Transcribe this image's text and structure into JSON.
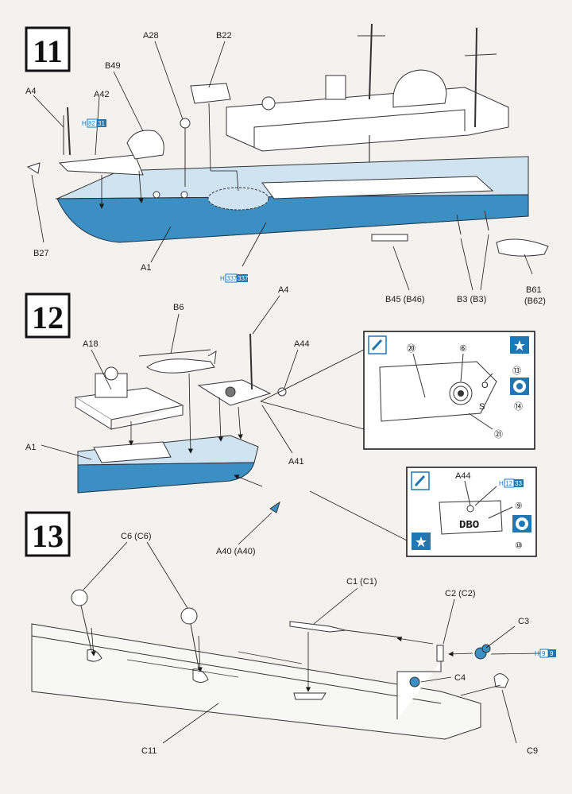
{
  "colors": {
    "hull_blue": "#3b8fc2",
    "deck_blue": "#cfe3f1",
    "accent": "#1f77b4",
    "paper": "#f3f2ee"
  },
  "steps": [
    {
      "number": "11"
    },
    {
      "number": "12"
    },
    {
      "number": "13"
    }
  ],
  "step11": {
    "labels": {
      "a28": "A28",
      "b22": "B22",
      "b49": "B49",
      "a4": "A4",
      "a42": "A42",
      "b27": "B27",
      "a1": "A1",
      "b45": "B45 (B46)",
      "b3": "B3 (B3)",
      "b61": "B61",
      "b62": "(B62)"
    },
    "paint_ref_1": {
      "prefix": "H",
      "code": "82",
      "num": "31"
    },
    "paint_ref_2": {
      "prefix": "H",
      "code": "337",
      "num": "337"
    }
  },
  "step12": {
    "labels": {
      "b6": "B6",
      "a4": "A4",
      "a18": "A18",
      "a44": "A44",
      "a1": "A1",
      "a41": "A41",
      "a40": "A40 (A40)"
    },
    "inset1": {
      "n20": "⑳",
      "n6": "⑥",
      "n13": "⑬",
      "n14": "⑭",
      "n21": "㉑",
      "letter_o": "O",
      "letter_s": "S"
    },
    "inset2": {
      "a44": "A44",
      "paint_prefix": "H",
      "paint_code": "12",
      "paint_num": "33",
      "hull_number": "DBO",
      "n9": "⑨",
      "n10": "⑩"
    }
  },
  "step13": {
    "labels": {
      "c6": "C6 (C6)",
      "c1": "C1 (C1)",
      "c2": "C2 (C2)",
      "c3": "C3",
      "c4": "C4",
      "c9": "C9",
      "c11": "C11"
    },
    "paint_ref": {
      "prefix": "H",
      "code": "9",
      "num": "9"
    }
  },
  "icons": [
    "brush-icon",
    "star-icon",
    "decal-icon"
  ]
}
